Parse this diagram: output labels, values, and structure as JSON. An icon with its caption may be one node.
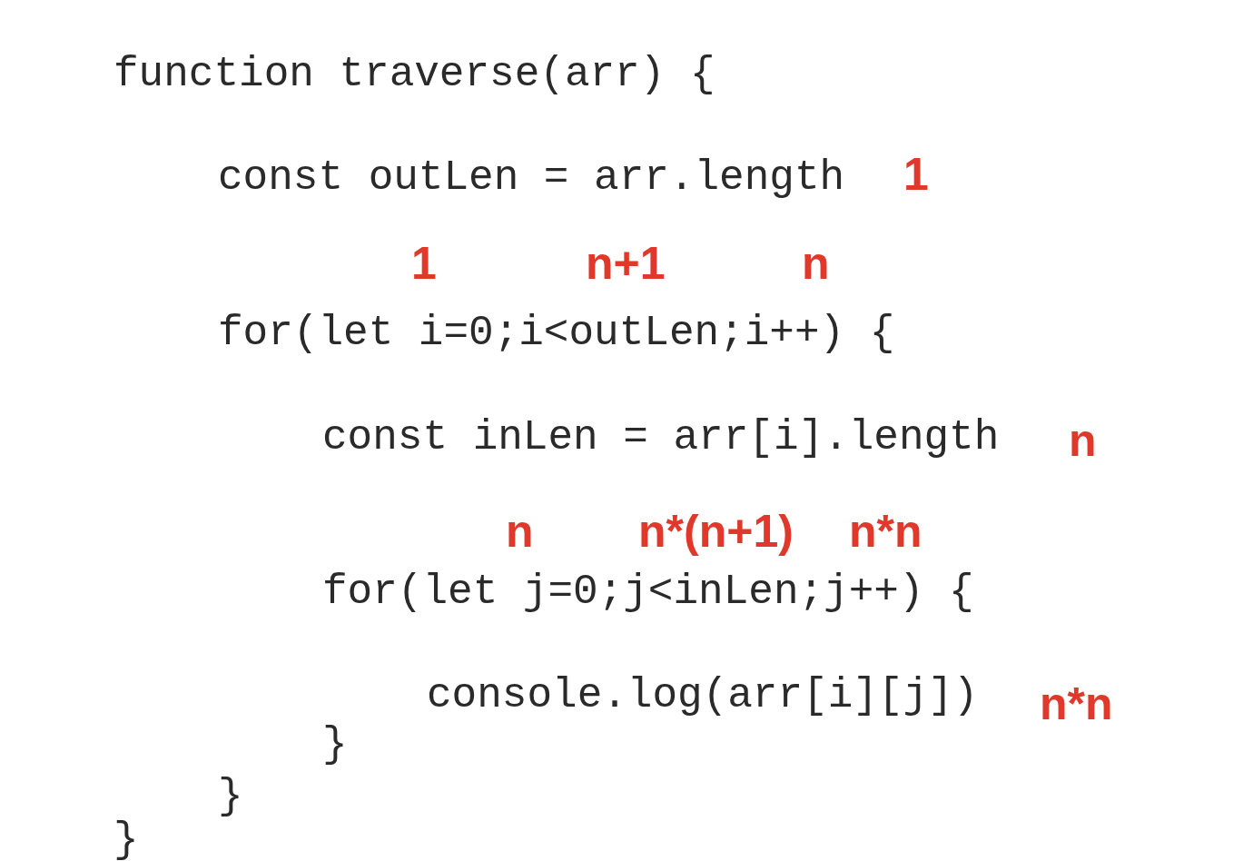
{
  "diagram": {
    "labels": [
      "function traverse(arr) {",
      "const outLen = arr.length",
      "1",
      "1",
      "n+1",
      "n",
      "for(let i=0;i<outLen;i++) {",
      "const inLen = arr[i].length",
      "n",
      "n",
      "n*(n+1)",
      "n*n",
      "for(let j=0;j<inLen;j++) {",
      "console.log(arr[i][j])",
      "n*n",
      "}",
      "}",
      "}"
    ]
  }
}
